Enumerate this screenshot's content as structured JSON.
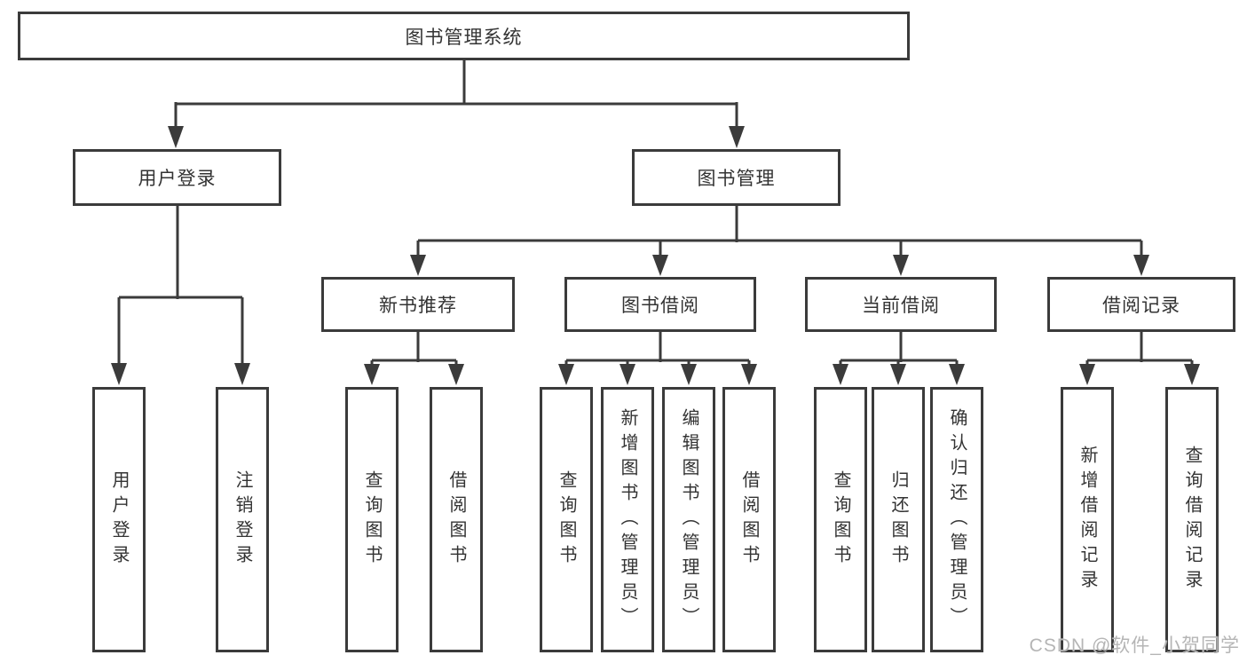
{
  "diagram": {
    "root": "图书管理系统",
    "branches": [
      {
        "label": "用户登录",
        "leaves": [
          "用户登录",
          "注销登录"
        ]
      },
      {
        "label": "图书管理",
        "groups": [
          {
            "label": "新书推荐",
            "leaves": [
              "查询图书",
              "借阅图书"
            ]
          },
          {
            "label": "图书借阅",
            "leaves": [
              "查询图书",
              "新增图书（管理员）",
              "编辑图书（管理员）",
              "借阅图书"
            ]
          },
          {
            "label": "当前借阅",
            "leaves": [
              "查询图书",
              "归还图书",
              "确认归还（管理员）"
            ]
          },
          {
            "label": "借阅记录",
            "leaves": [
              "新增借阅记录",
              "查询借阅记录"
            ]
          }
        ]
      }
    ]
  },
  "watermark": "CSDN @软件_小贺同学",
  "colors": {
    "line": "#3b3b3b",
    "text": "#333333",
    "background": "#ffffff",
    "watermark": "#b5b5b5"
  }
}
